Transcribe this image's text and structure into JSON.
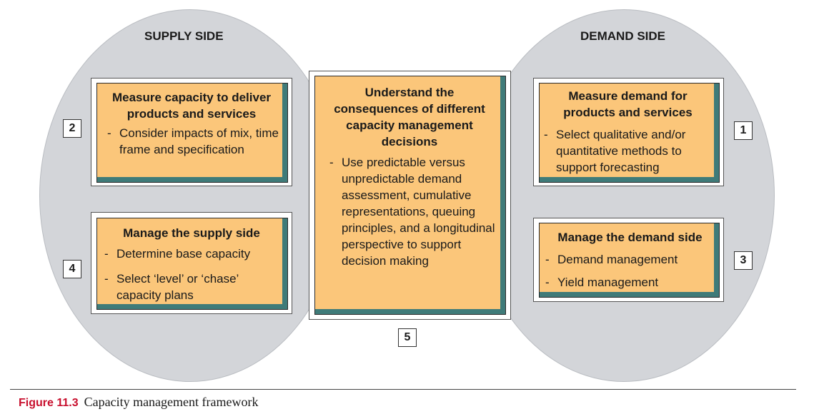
{
  "supply": {
    "title": "SUPPLY SIDE",
    "measure_box": {
      "title": "Measure capacity to deliver products and services",
      "items": [
        "Consider impacts of mix, time frame and specification"
      ],
      "number": "2"
    },
    "manage_box": {
      "title": "Manage the supply side",
      "items": [
        "Determine base capacity",
        "Select ‘level’ or ‘chase’ capacity plans"
      ],
      "number": "4"
    }
  },
  "center": {
    "title": "Understand the consequences of different capacity management decisions",
    "items": [
      "Use predictable versus unpredictable demand assessment, cumulative representations, queuing principles, and a longitudinal perspective to support decision making"
    ],
    "number": "5"
  },
  "demand": {
    "title": "DEMAND SIDE",
    "measure_box": {
      "title": "Measure demand for products and services",
      "items": [
        "Select qualitative and/or quantitative methods to support forecasting"
      ],
      "number": "1"
    },
    "manage_box": {
      "title": "Manage the demand side",
      "items": [
        "Demand management",
        "Yield management"
      ],
      "number": "3"
    }
  },
  "caption": {
    "label": "Figure 11.3",
    "text": "Capacity management framework"
  },
  "colors": {
    "circle": "#d3d5d9",
    "box_fill": "#fbc67a",
    "box_shadow": "#3f7b79",
    "caption_label": "#c8102e"
  }
}
